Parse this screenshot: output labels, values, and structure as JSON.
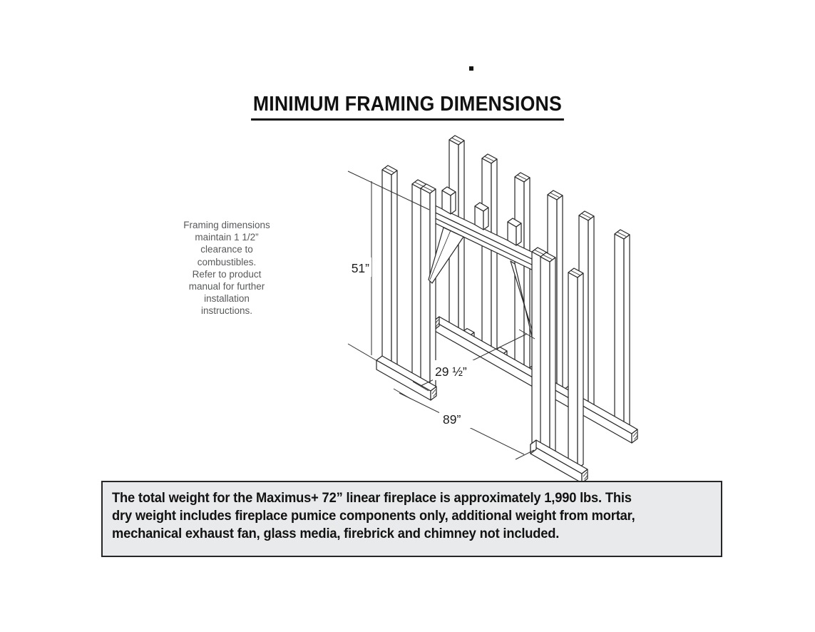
{
  "header": {
    "title": "MINIMUM FRAMING DIMENSIONS"
  },
  "stray_mark": ".",
  "note": {
    "text": "Framing dimensions\nmaintain 1 1/2”\nclearance to\ncombustibles.\nRefer to  product\nmanual for further\ninstallation\ninstructions."
  },
  "diagram": {
    "type": "isometric-framing-drawing",
    "height_label": "51”",
    "depth_label": "29 ½”",
    "width_label": "89”"
  },
  "weight_box": {
    "text": "The total weight for the Maximus+ 72” linear fireplace is approximately 1,990 lbs. This\ndry weight includes fireplace pumice components only, additional weight from mortar,\nmechanical exhaust fan, glass media, firebrick and chimney not included."
  },
  "colors": {
    "line": "#262626",
    "note_text": "#58595b",
    "box_background": "#e9eaeb",
    "box_border": "#262626",
    "title_text": "#111111"
  }
}
